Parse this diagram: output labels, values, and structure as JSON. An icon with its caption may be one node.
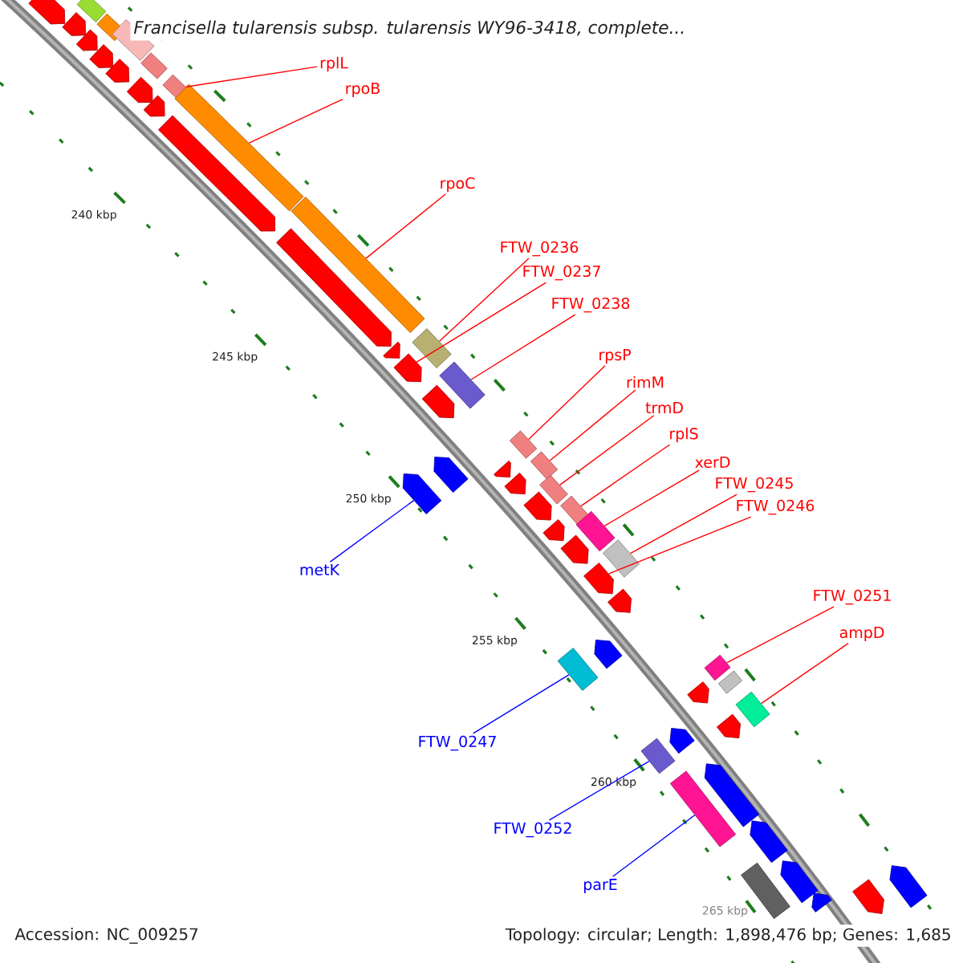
{
  "diagram": {
    "title": "Francisella tularensis subsp. tularensis WY96-3418, complete...",
    "nodes": [
      {
        "text": [
          "rplL"
        ]
      },
      {
        "text": [
          "rpoB"
        ]
      },
      {
        "text": [
          "rpoC"
        ]
      },
      {
        "text": [
          "FTW_0236"
        ]
      },
      {
        "text": [
          "FTW_0237"
        ]
      },
      {
        "text": [
          "FTW_0238"
        ]
      },
      {
        "text": [
          "rpsP"
        ]
      },
      {
        "text": [
          "rimM"
        ]
      },
      {
        "text": [
          "trmD"
        ]
      },
      {
        "text": [
          "rplS"
        ]
      },
      {
        "text": [
          "xerD"
        ]
      },
      {
        "text": [
          "FTW_0245"
        ]
      },
      {
        "text": [
          "FTW_0246"
        ]
      },
      {
        "text": [
          "metK"
        ]
      },
      {
        "text": [
          "FTW_0251"
        ]
      },
      {
        "text": [
          "ampD"
        ]
      },
      {
        "text": [
          "FTW_0247"
        ]
      },
      {
        "text": [
          "FTW_0252"
        ]
      },
      {
        "text": [
          "parE"
        ]
      },
      {
        "text": [],
        "shape": "box"
      },
      {
        "text": [],
        "shape": "box"
      },
      {
        "text": [],
        "shape": "box"
      },
      {
        "text": [],
        "shape": "box"
      },
      {
        "text": [],
        "shape": "arrow"
      },
      {
        "text": [],
        "shape": "box"
      },
      {
        "text": [],
        "shape": "box"
      },
      {
        "text": [],
        "shape": "box"
      },
      {
        "text": [],
        "shape": "box"
      },
      {
        "text": [],
        "shape": "box"
      },
      {
        "text": [],
        "shape": "box"
      },
      {
        "text": [],
        "shape": "box"
      },
      {
        "text": [],
        "shape": "arrow"
      },
      {
        "text": [],
        "shape": "arrow"
      },
      {
        "text": [],
        "shape": "box"
      },
      {
        "text": [],
        "shape": "box"
      },
      {
        "text": [],
        "shape": "box"
      },
      {
        "text": [],
        "shape": "box"
      },
      {
        "text": [],
        "shape": "box"
      },
      {
        "text": [],
        "shape": "arrow"
      },
      {
        "text": [],
        "shape": "arrow"
      },
      {
        "text": [],
        "shape": "arrow"
      },
      {
        "text": [],
        "shape": "arrow"
      },
      {
        "text": [],
        "shape": "arrow"
      },
      {
        "text": [],
        "shape": "arrow"
      },
      {
        "text": [],
        "shape": "arrow"
      },
      {
        "text": [],
        "shape": "arrow"
      },
      {
        "text": [],
        "shape": "arrow"
      },
      {
        "text": [],
        "shape": "arrow"
      },
      {
        "text": [],
        "shape": "arrow"
      },
      {
        "text": [],
        "shape": "box"
      },
      {
        "text": [],
        "shape": "box"
      },
      {
        "text": [],
        "shape": "box"
      },
      {
        "text": [],
        "shape": "box"
      },
      {
        "text": [],
        "shape": "arrow"
      },
      {
        "text": [],
        "shape": "arrow"
      },
      {
        "text": [],
        "shape": "arrow"
      },
      {
        "text": [],
        "shape": "arrow"
      },
      {
        "text": [],
        "shape": "arrow"
      },
      {
        "text": [],
        "shape": "arrow"
      },
      {
        "text": [],
        "shape": "arrow"
      },
      {
        "text": [],
        "shape": "arrow"
      },
      {
        "text": [],
        "shape": "box"
      },
      {
        "text": [],
        "shape": "arrow"
      },
      {
        "text": [],
        "shape": "arrow"
      },
      {
        "text": [],
        "shape": "arrow"
      },
      {
        "text": [],
        "shape": "arrow"
      },
      {
        "text": [],
        "shape": "arrow"
      },
      {
        "text": [],
        "shape": "arrow"
      },
      {
        "text": [],
        "shape": "arrow"
      },
      {
        "text": [],
        "shape": "box"
      },
      {
        "text": [],
        "shape": "arrow"
      },
      {
        "text": [],
        "shape": "arrow"
      }
    ],
    "edges": [
      {
        "from": 0,
        "to": 19,
        "arrow": "none"
      },
      {
        "from": 1,
        "to": 20,
        "arrow": "none"
      },
      {
        "from": 2,
        "to": 21,
        "arrow": "none"
      },
      {
        "from": 3,
        "to": 22,
        "arrow": "none"
      },
      {
        "from": 4,
        "to": 23,
        "arrow": "none"
      },
      {
        "from": 5,
        "to": 24,
        "arrow": "none"
      },
      {
        "from": 6,
        "to": 25,
        "arrow": "none"
      },
      {
        "from": 7,
        "to": 26,
        "arrow": "none"
      },
      {
        "from": 8,
        "to": 27,
        "arrow": "none"
      },
      {
        "from": 9,
        "to": 28,
        "arrow": "none"
      },
      {
        "from": 10,
        "to": 29,
        "arrow": "none"
      },
      {
        "from": 11,
        "to": 30,
        "arrow": "none"
      },
      {
        "from": 12,
        "to": 31,
        "arrow": "none"
      },
      {
        "from": 13,
        "to": 32,
        "arrow": "none",
        "color": "#0000ff"
      },
      {
        "from": 14,
        "to": 33,
        "arrow": "none"
      },
      {
        "from": 15,
        "to": 34,
        "arrow": "none"
      },
      {
        "from": 16,
        "to": 35,
        "arrow": "none",
        "color": "#0000ff"
      },
      {
        "from": 17,
        "to": 36,
        "arrow": "none",
        "color": "#0000ff"
      },
      {
        "from": 18,
        "to": 37,
        "arrow": "none",
        "color": "#0000ff"
      }
    ],
    "labels": [
      "240 kbp",
      "245 kbp",
      "250 kbp",
      "255 kbp",
      "260 kbp",
      "265 kbp",
      "Accession: NC_009257",
      "Topology: circular; Length: 1,898,476 bp; Genes: 1,685"
    ]
  }
}
